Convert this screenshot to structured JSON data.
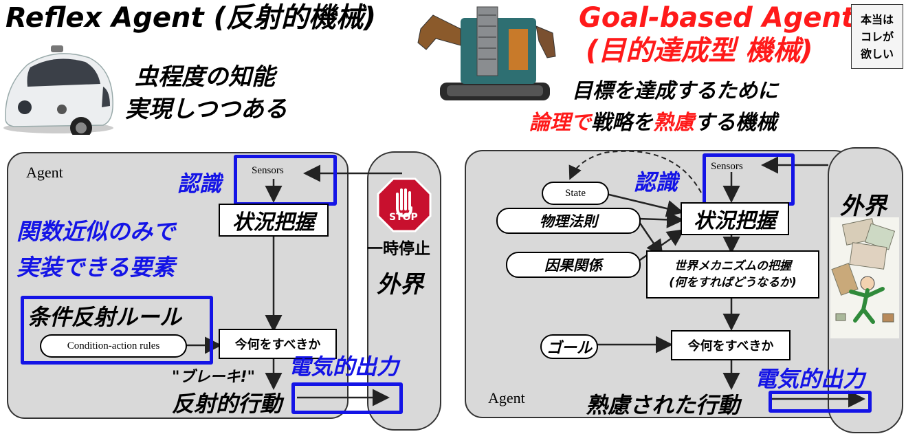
{
  "left": {
    "title": "Reflex Agent (反射的機械)",
    "caption_line1": "虫程度の知能",
    "caption_line2": "実現しつつある",
    "agent_label": "Agent",
    "sensors_label": "Sensors",
    "perception": "認識",
    "situation": "状況把握",
    "function_approx_line1": "関数近似のみで",
    "function_approx_line2": "実装できる要素",
    "rules_title": "条件反射ルール",
    "rules_pill": "Condition-action rules",
    "what_to_do": "今何をすべきか",
    "brake": "\"ブレーキ!\"",
    "reflex_action": "反射的行動",
    "electric_output": "電気的出力",
    "stop_sign_text": "STOP",
    "stop_caption": "一時停止",
    "environment": "外界"
  },
  "right": {
    "title": "Goal-based Agent",
    "subtitle": "(目的達成型 機械)",
    "note_line1": "本当は",
    "note_line2": "コレが",
    "note_line3": "欲しい",
    "desc_line1": "目標を達成するために",
    "desc_red1": "論理で",
    "desc_mid": "戦略を",
    "desc_red2": "熟慮",
    "desc_end": "する機械",
    "state_label": "State",
    "physics": "物理法則",
    "causality": "因果関係",
    "sensors_label": "Sensors",
    "perception": "認識",
    "situation": "状況把握",
    "world_mech_line1": "世界メカニズムの把握",
    "world_mech_line2": "(何をすればどうなるか)",
    "goal": "ゴール",
    "what_to_do": "今何をすべきか",
    "electric_output": "電気的出力",
    "agent_label": "Agent",
    "deliberate_action": "熟慮された行動",
    "environment": "外界"
  },
  "colors": {
    "accent_blue": "#1414e6",
    "accent_red": "#ff1a1a",
    "panel_gray": "#d9d9d9",
    "stop_red": "#c8102e"
  },
  "icons": {
    "car": "self-driving-car-icon",
    "robot": "construction-robot-icon",
    "stop": "stop-sign-icon",
    "illustration": "falling-man-illustration"
  }
}
